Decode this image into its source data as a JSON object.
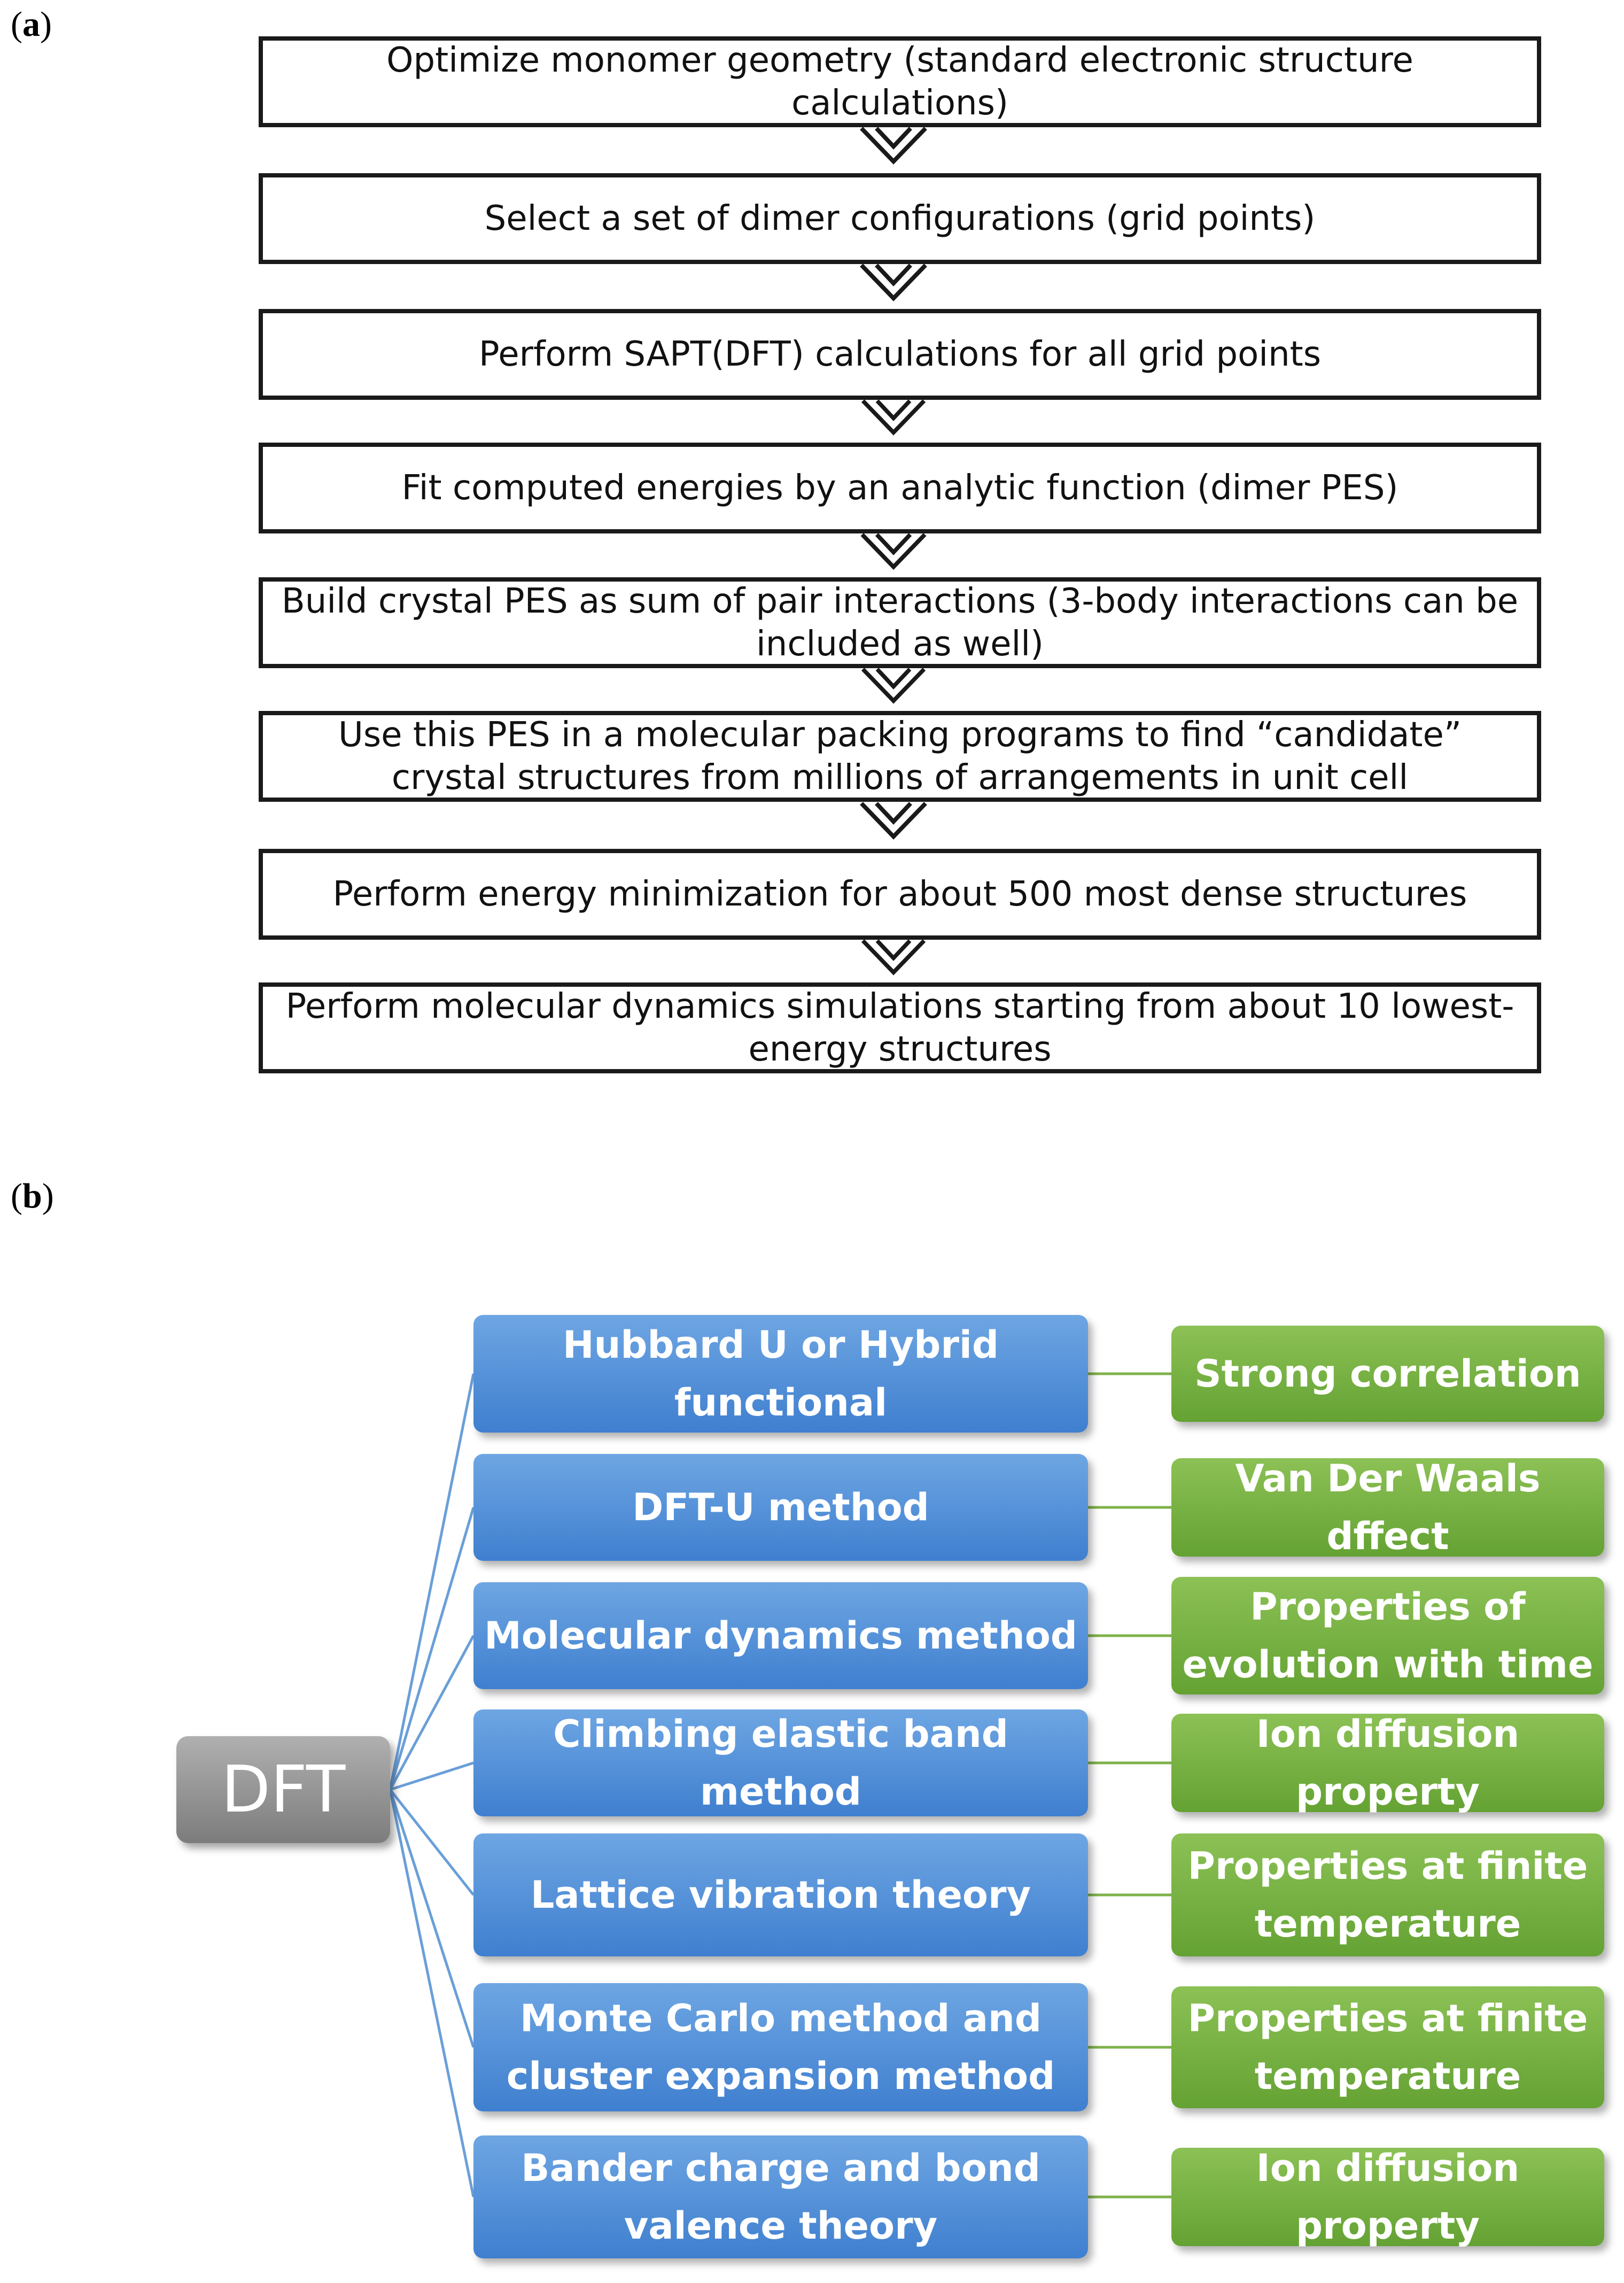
{
  "panel_a": {
    "label_open": "(",
    "label_letter": "a",
    "label_close": ")",
    "steps": [
      "Optimize monomer geometry (standard electronic structure calculations)",
      "Select a set of dimer configurations (grid points)",
      "Perform SAPT(DFT) calculations for all grid points",
      "Fit computed energies by an analytic function (dimer PES)",
      "Build crystal PES as sum of pair interactions (3-body interactions can be included as well)",
      "Use this PES in a molecular packing programs to find “candidate” crystal structures from millions of arrangements in unit cell",
      "Perform energy minimization for about 500 most dense structures",
      "Perform molecular dynamics simulations starting from about 10 lowest-energy structures"
    ]
  },
  "panel_b": {
    "label_open": "(",
    "label_letter": "b",
    "label_close": ")",
    "root": "DFT",
    "colors": {
      "root": "#8f8f8f",
      "method": "#4a8ad6",
      "property": "#72ad3e",
      "connector_method": "#6a9fd8",
      "connector_property": "#7fb24a"
    },
    "methods": [
      "Hubbard U or Hybrid functional",
      "DFT-U method",
      "Molecular dynamics method",
      "Climbing elastic band method",
      "Lattice vibration theory",
      "Monte Carlo method and cluster expansion method",
      "Bander charge and bond valence theory"
    ],
    "properties": [
      "Strong correlation",
      "Van Der Waals dffect",
      "Properties of evolution with time",
      "Ion diffusion property",
      "Properties at finite temperature",
      "Properties at finite temperature",
      "Ion diffusion property"
    ]
  }
}
